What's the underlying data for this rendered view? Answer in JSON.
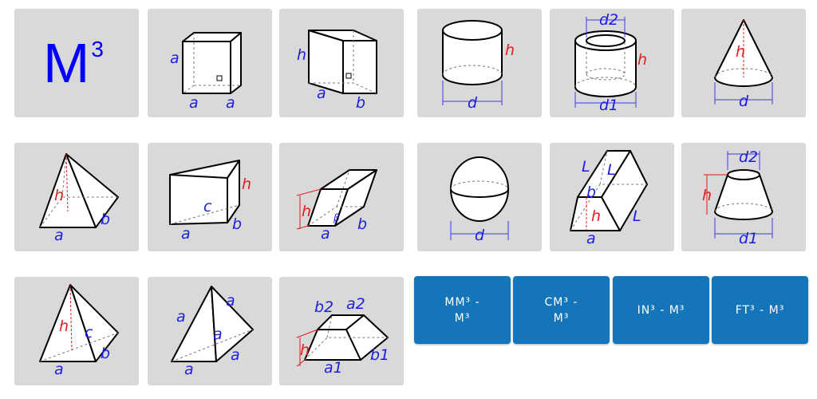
{
  "unit_tile": {
    "label": "M",
    "power": "3"
  },
  "shapes": [
    {
      "name": "cube",
      "labels": [
        "a",
        "a",
        "a"
      ]
    },
    {
      "name": "rectangular-prism",
      "labels": [
        "h",
        "a",
        "b"
      ]
    },
    {
      "name": "cylinder",
      "labels": [
        "h",
        "d"
      ]
    },
    {
      "name": "hollow-cylinder",
      "labels": [
        "d2",
        "h",
        "d1"
      ]
    },
    {
      "name": "cone",
      "labels": [
        "h",
        "d"
      ]
    },
    {
      "name": "square-pyramid",
      "labels": [
        "h",
        "a",
        "b"
      ]
    },
    {
      "name": "triangular-prism",
      "labels": [
        "h",
        "c",
        "a",
        "b"
      ]
    },
    {
      "name": "parallelepiped",
      "labels": [
        "h",
        "a",
        "b",
        "β"
      ]
    },
    {
      "name": "sphere",
      "labels": [
        "d"
      ]
    },
    {
      "name": "oblique-prism",
      "labels": [
        "L",
        "L",
        "b",
        "h",
        "L",
        "a"
      ]
    },
    {
      "name": "frustum",
      "labels": [
        "d2",
        "h",
        "d1"
      ]
    },
    {
      "name": "triangular-pyramid",
      "labels": [
        "h",
        "c",
        "a",
        "b"
      ]
    },
    {
      "name": "tetrahedron",
      "labels": [
        "a",
        "a",
        "a",
        "a",
        "a"
      ]
    },
    {
      "name": "truncated-pyramid",
      "labels": [
        "b2",
        "a2",
        "h",
        "a1",
        "b1"
      ]
    }
  ],
  "buttons": [
    {
      "label": "MM³ -\nM³"
    },
    {
      "label": "CM³ -\nM³"
    },
    {
      "label": "IN³ - M³"
    },
    {
      "label": "FT³ - M³"
    }
  ],
  "colors": {
    "tile_bg": "#d9d9d9",
    "button_bg": "#1476b8",
    "unit_text": "#0000ff",
    "label_blue": "#1d1de0",
    "label_red": "#e01b1b"
  }
}
